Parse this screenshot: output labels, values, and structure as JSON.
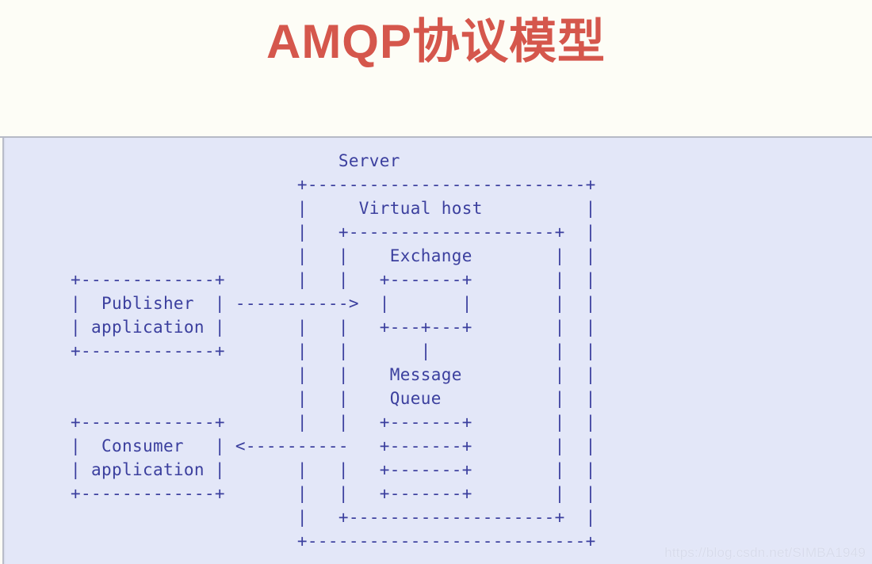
{
  "page": {
    "title": "AMQP协议模型",
    "title_color": "#d5574c",
    "background_color": "#fdfdf6"
  },
  "diagram": {
    "panel_background": "#e3e7f8",
    "text_color": "#3b3f9e",
    "type": "ascii-art",
    "labels": {
      "server": "Server",
      "virtual_host": "Virtual host",
      "exchange": "Exchange",
      "message_queue_line1": "Message",
      "message_queue_line2": "Queue",
      "publisher_line1": "Publisher",
      "publisher_line2": "application",
      "consumer_line1": "Consumer",
      "consumer_line2": "application",
      "publish_arrow": "---------->",
      "consume_arrow": "<----------"
    },
    "ascii_lines": [
      "                          Server",
      "                      +---------------------------+",
      "                      |     Virtual host          |",
      "                      |   +--------------------+  |",
      "                      |   |    Exchange        |  |",
      "+-------------+       |   |   +-------+        |  |",
      "|  Publisher  | ----------->  |       |        |  |",
      "| application |       |   |   +---+---+        |  |",
      "+-------------+       |   |       |            |  |",
      "                      |   |    Message         |  |",
      "                      |   |    Queue           |  |",
      "+-------------+       |   |   +-------+        |  |",
      "|  Consumer   | <----------   +-------+        |  |",
      "| application |       |   |   +-------+        |  |",
      "+-------------+       |   |   +-------+        |  |",
      "                      |   +--------------------+  |",
      "                      +---------------------------+"
    ]
  },
  "watermark": {
    "text": "https://blog.csdn.net/SIMBA1949"
  }
}
